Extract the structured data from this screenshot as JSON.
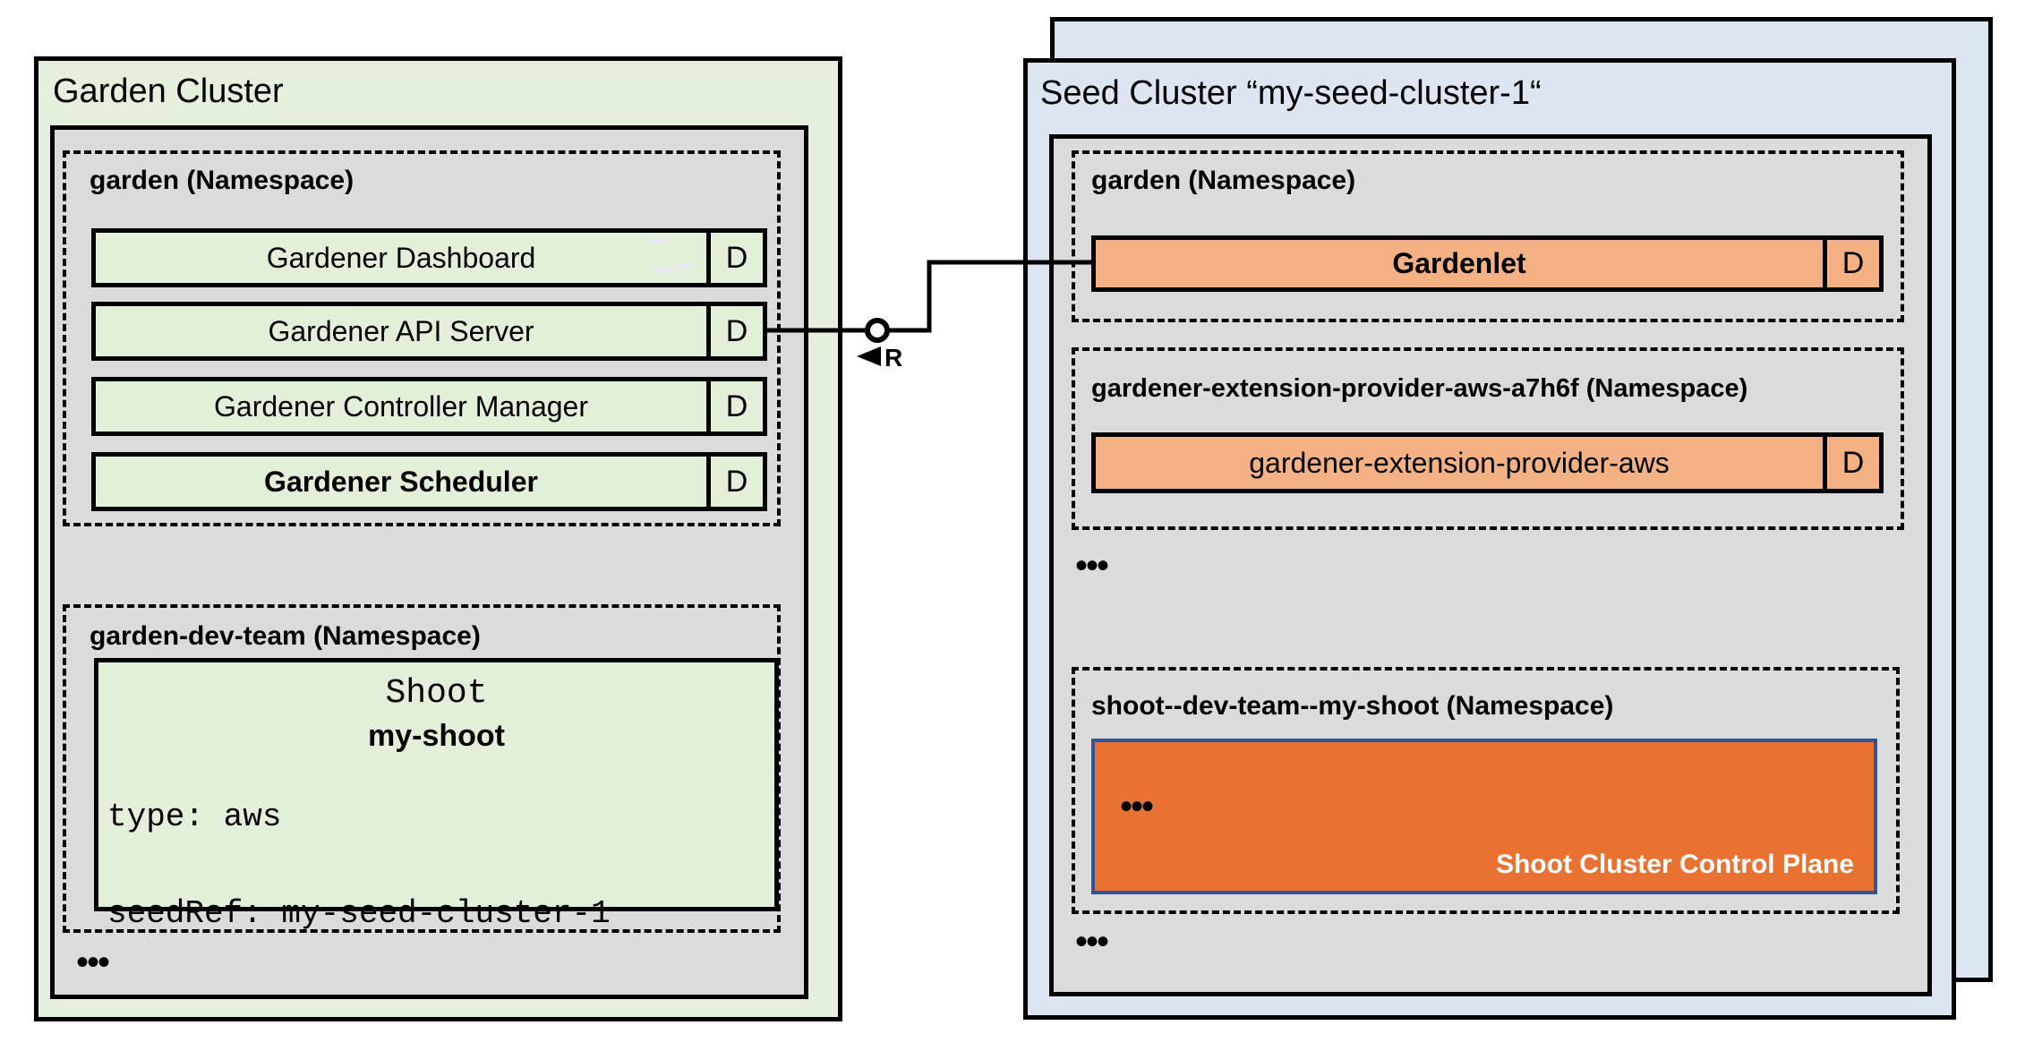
{
  "palette": {
    "garden_bg": "#E4F0DC",
    "row_green": "#E2EFD9",
    "namespace_gray": "#DBDBDB",
    "seed_blue": "#DCE6F2",
    "row_orange": "#F4B183",
    "control_plane_orange": "#E97132",
    "control_plane_border": "#2F5597",
    "line_black": "#000000"
  },
  "garden_cluster": {
    "title": "Garden Cluster",
    "garden_namespace": {
      "label": "garden (Namespace)",
      "rows": [
        {
          "label": "Gardener Dashboard",
          "badge": "D"
        },
        {
          "label": "Gardener API Server",
          "badge": "D"
        },
        {
          "label": "Gardener Controller Manager",
          "badge": "D"
        },
        {
          "label": "Gardener Scheduler",
          "badge": "D"
        }
      ]
    },
    "dev_team_namespace": {
      "label": "garden-dev-team (Namespace)",
      "shoot_card": {
        "kind": "Shoot",
        "name": "my-shoot",
        "spec_line_1": "type: aws",
        "spec_line_2": "seedRef: my-seed-cluster-1"
      }
    },
    "ellipsis": "•••"
  },
  "seed_cluster": {
    "title": "Seed Cluster “my-seed-cluster-1“",
    "garden_namespace": {
      "label": "garden (Namespace)",
      "row": {
        "label": "Gardenlet",
        "badge": "D"
      }
    },
    "extension_namespace": {
      "label": "gardener-extension-provider-aws-a7h6f (Namespace)",
      "row": {
        "label": "gardener-extension-provider-aws",
        "badge": "D"
      }
    },
    "ellipsis_top": "•••",
    "shoot_namespace": {
      "label": "shoot--dev-team--my-shoot (Namespace)",
      "control_plane": {
        "ellipsis": "•••",
        "label": "Shoot Cluster Control Plane"
      }
    },
    "ellipsis_bottom": "•••"
  },
  "connector": {
    "label": "R"
  }
}
